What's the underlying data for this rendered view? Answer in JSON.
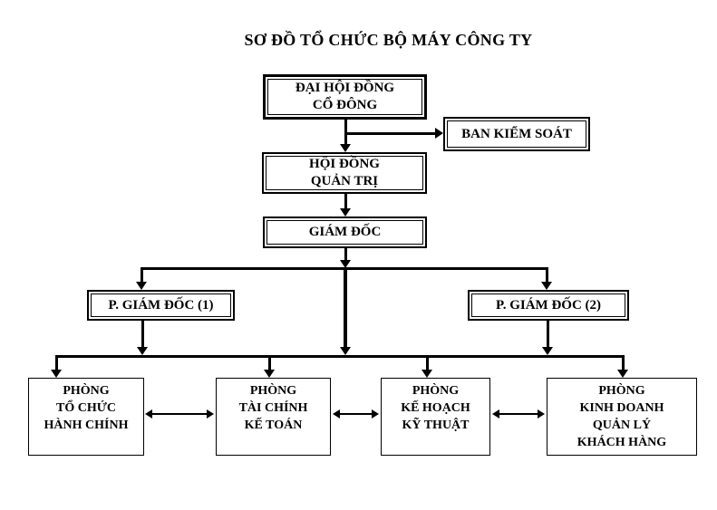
{
  "title": "SƠ ĐỒ TỔ CHỨC BỘ MÁY CÔNG TY",
  "colors": {
    "background": "#ffffff",
    "line": "#000000",
    "text": "#000000"
  },
  "nodes": {
    "shareholders": {
      "label": "ĐẠI HỘI ĐỒNG\nCỔ ĐÔNG"
    },
    "supervisory_board": {
      "label": "BAN KIỂM SOÁT"
    },
    "board_of_directors": {
      "label": "HỘI ĐỒNG\nQUẢN TRỊ"
    },
    "director": {
      "label": "GIÁM ĐỐC"
    },
    "deputy_director_1": {
      "label": "P. GIÁM ĐỐC (1)"
    },
    "deputy_director_2": {
      "label": "P. GIÁM ĐỐC (2)"
    },
    "dept_admin": {
      "label": "PHÒNG\nTỔ CHỨC\nHÀNH CHÍNH"
    },
    "dept_finance": {
      "label": "PHÒNG\nTÀI CHÍNH\nKẾ TOÁN"
    },
    "dept_planning": {
      "label": "PHÒNG\nKẾ HOẠCH\nKỸ THUẬT"
    },
    "dept_business": {
      "label": "PHÒNG\nKINH DOANH\nQUẢN LÝ\nKHÁCH HÀNG"
    }
  },
  "edges": [
    {
      "from": "shareholders",
      "to": "board_of_directors",
      "style": "arrow"
    },
    {
      "from": "shareholders",
      "to": "supervisory_board",
      "style": "arrow"
    },
    {
      "from": "board_of_directors",
      "to": "director",
      "style": "arrow"
    },
    {
      "from": "director",
      "to": "deputy_director_1",
      "style": "arrow"
    },
    {
      "from": "director",
      "to": "deputy_director_2",
      "style": "arrow"
    },
    {
      "from": "director",
      "to": "departments_bus",
      "style": "arrow"
    },
    {
      "from": "deputy_director_1",
      "to": "departments_bus",
      "style": "arrow"
    },
    {
      "from": "deputy_director_2",
      "to": "departments_bus",
      "style": "arrow"
    },
    {
      "from": "departments_bus",
      "to": "dept_admin",
      "style": "arrow"
    },
    {
      "from": "departments_bus",
      "to": "dept_finance",
      "style": "arrow"
    },
    {
      "from": "departments_bus",
      "to": "dept_planning",
      "style": "arrow"
    },
    {
      "from": "departments_bus",
      "to": "dept_business",
      "style": "arrow"
    },
    {
      "from": "dept_admin",
      "to": "dept_finance",
      "style": "double-arrow"
    },
    {
      "from": "dept_finance",
      "to": "dept_planning",
      "style": "double-arrow"
    },
    {
      "from": "dept_planning",
      "to": "dept_business",
      "style": "double-arrow"
    }
  ]
}
